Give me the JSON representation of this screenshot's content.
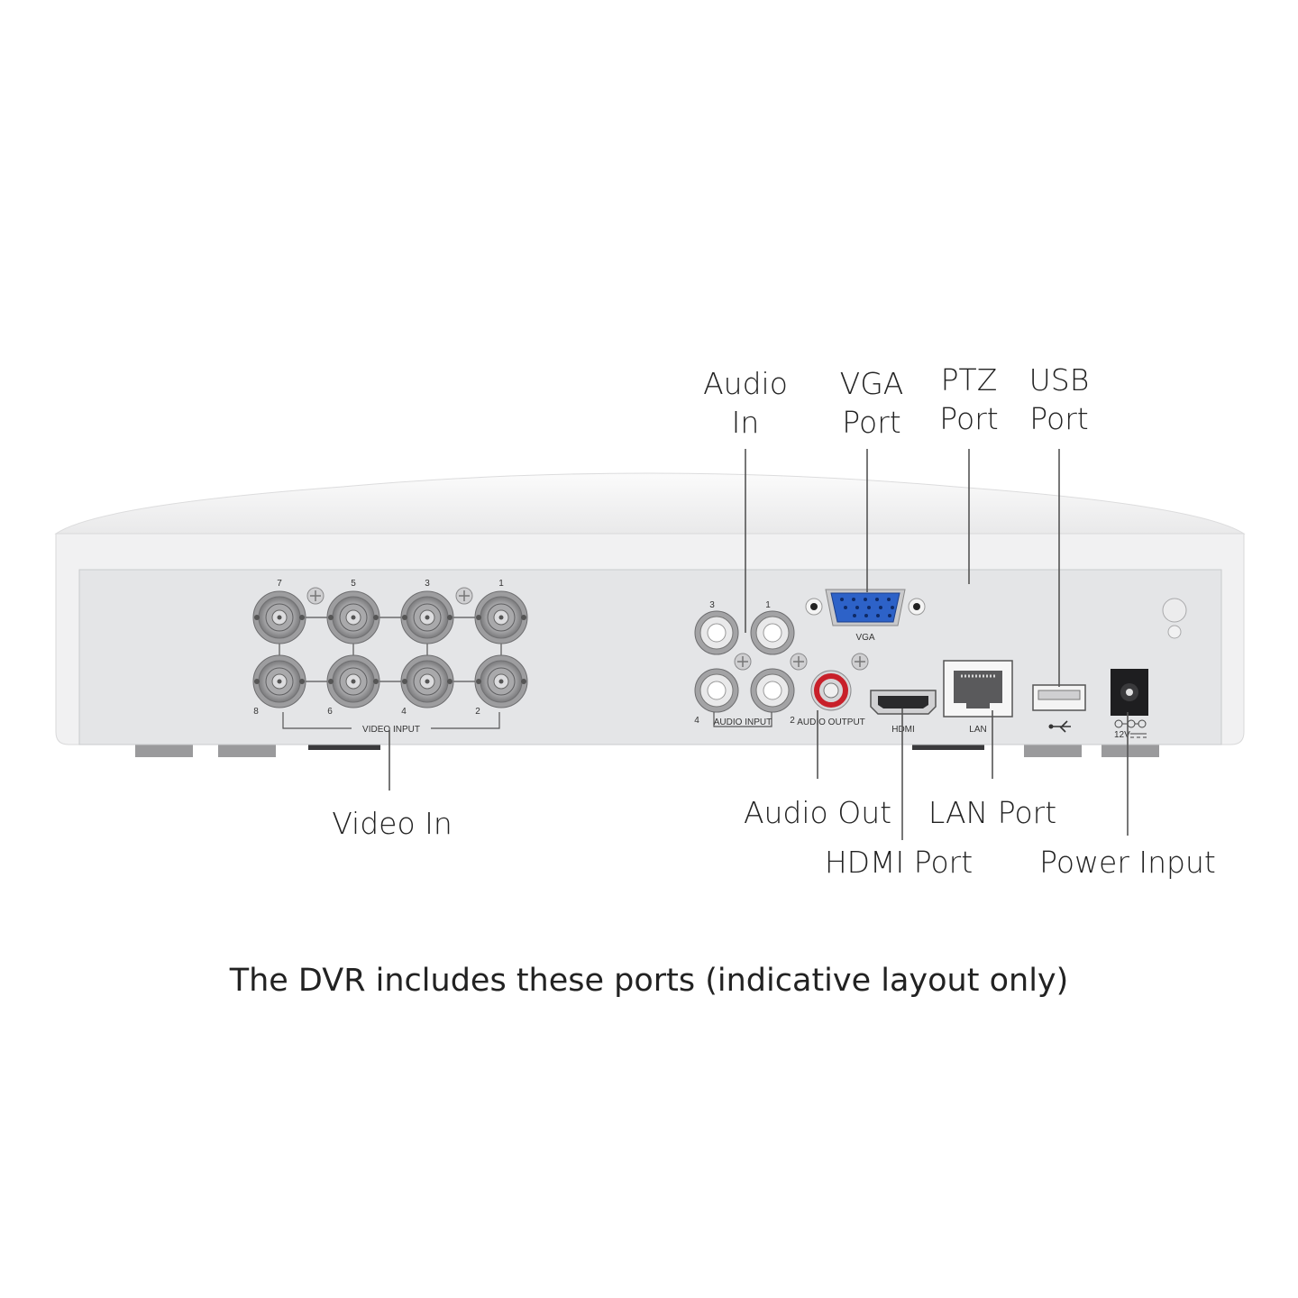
{
  "labels": {
    "audio_in": "Audio\nIn",
    "vga_port": "VGA\nPort",
    "ptz_port": "PTZ\nPort",
    "usb_port": "USB\nPort",
    "video_in": "Video In",
    "audio_out": "Audio Out",
    "lan_port": "LAN Port",
    "hdmi_port": "HDMI Port",
    "power_input": "Power Input"
  },
  "caption": "The DVR includes these ports (indicative layout only)",
  "device_markings": {
    "video_input": "VIDEO INPUT",
    "bnc_numbers": [
      "7",
      "5",
      "3",
      "1",
      "8",
      "6",
      "4",
      "2"
    ],
    "audio_numbers": [
      "3",
      "1",
      "4",
      "2"
    ],
    "audio_input": "AUDIO INPUT",
    "audio_output": "AUDIO OUTPUT",
    "vga": "VGA",
    "hdmi": "HDMI",
    "lan": "LAN",
    "power": "12V"
  },
  "colors": {
    "vga_connector": "#2d62c8",
    "audio_output_ring": "#c8202a",
    "device_body": "#f1f1f2",
    "panel": "#e4e5e7",
    "leader_line": "#555555"
  }
}
